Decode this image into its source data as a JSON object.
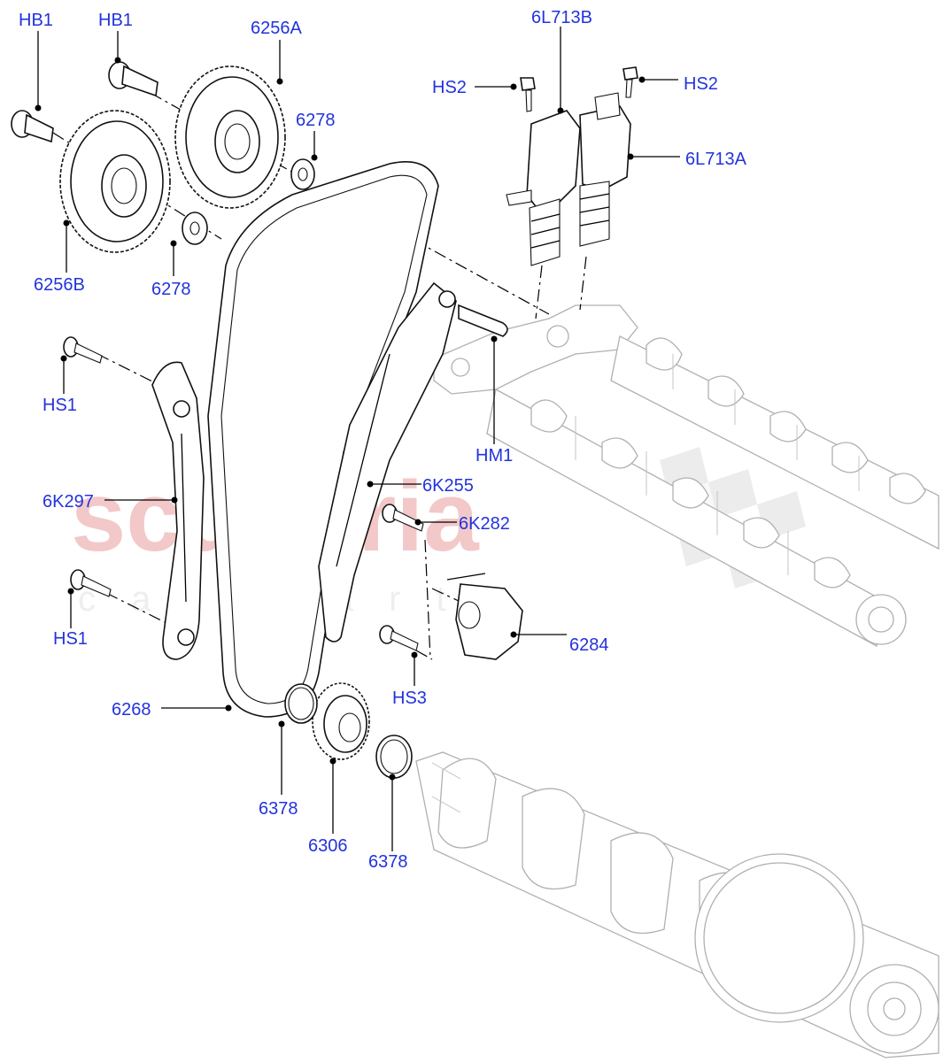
{
  "watermark": {
    "main": "scuderia",
    "sub": "car parts"
  },
  "labels": {
    "hb1_left": "HB1",
    "hb1_right": "HB1",
    "p6256a": "6256A",
    "p6278_top": "6278",
    "p6256b": "6256B",
    "p6278_bottom": "6278",
    "p6l713b": "6L713B",
    "hs2_left": "HS2",
    "hs2_right": "HS2",
    "p6l713a": "6L713A",
    "hs1_top": "HS1",
    "hm1": "HM1",
    "p6k297": "6K297",
    "p6k255": "6K255",
    "p6k282": "6K282",
    "hs1_bottom": "HS1",
    "p6284": "6284",
    "hs3": "HS3",
    "p6268": "6268",
    "p6378_left": "6378",
    "p6306": "6306",
    "p6378_right": "6378"
  },
  "colors": {
    "callout": "#2233dd",
    "watermark": "#f3c8c8",
    "ghost": "#b0b0b0"
  }
}
